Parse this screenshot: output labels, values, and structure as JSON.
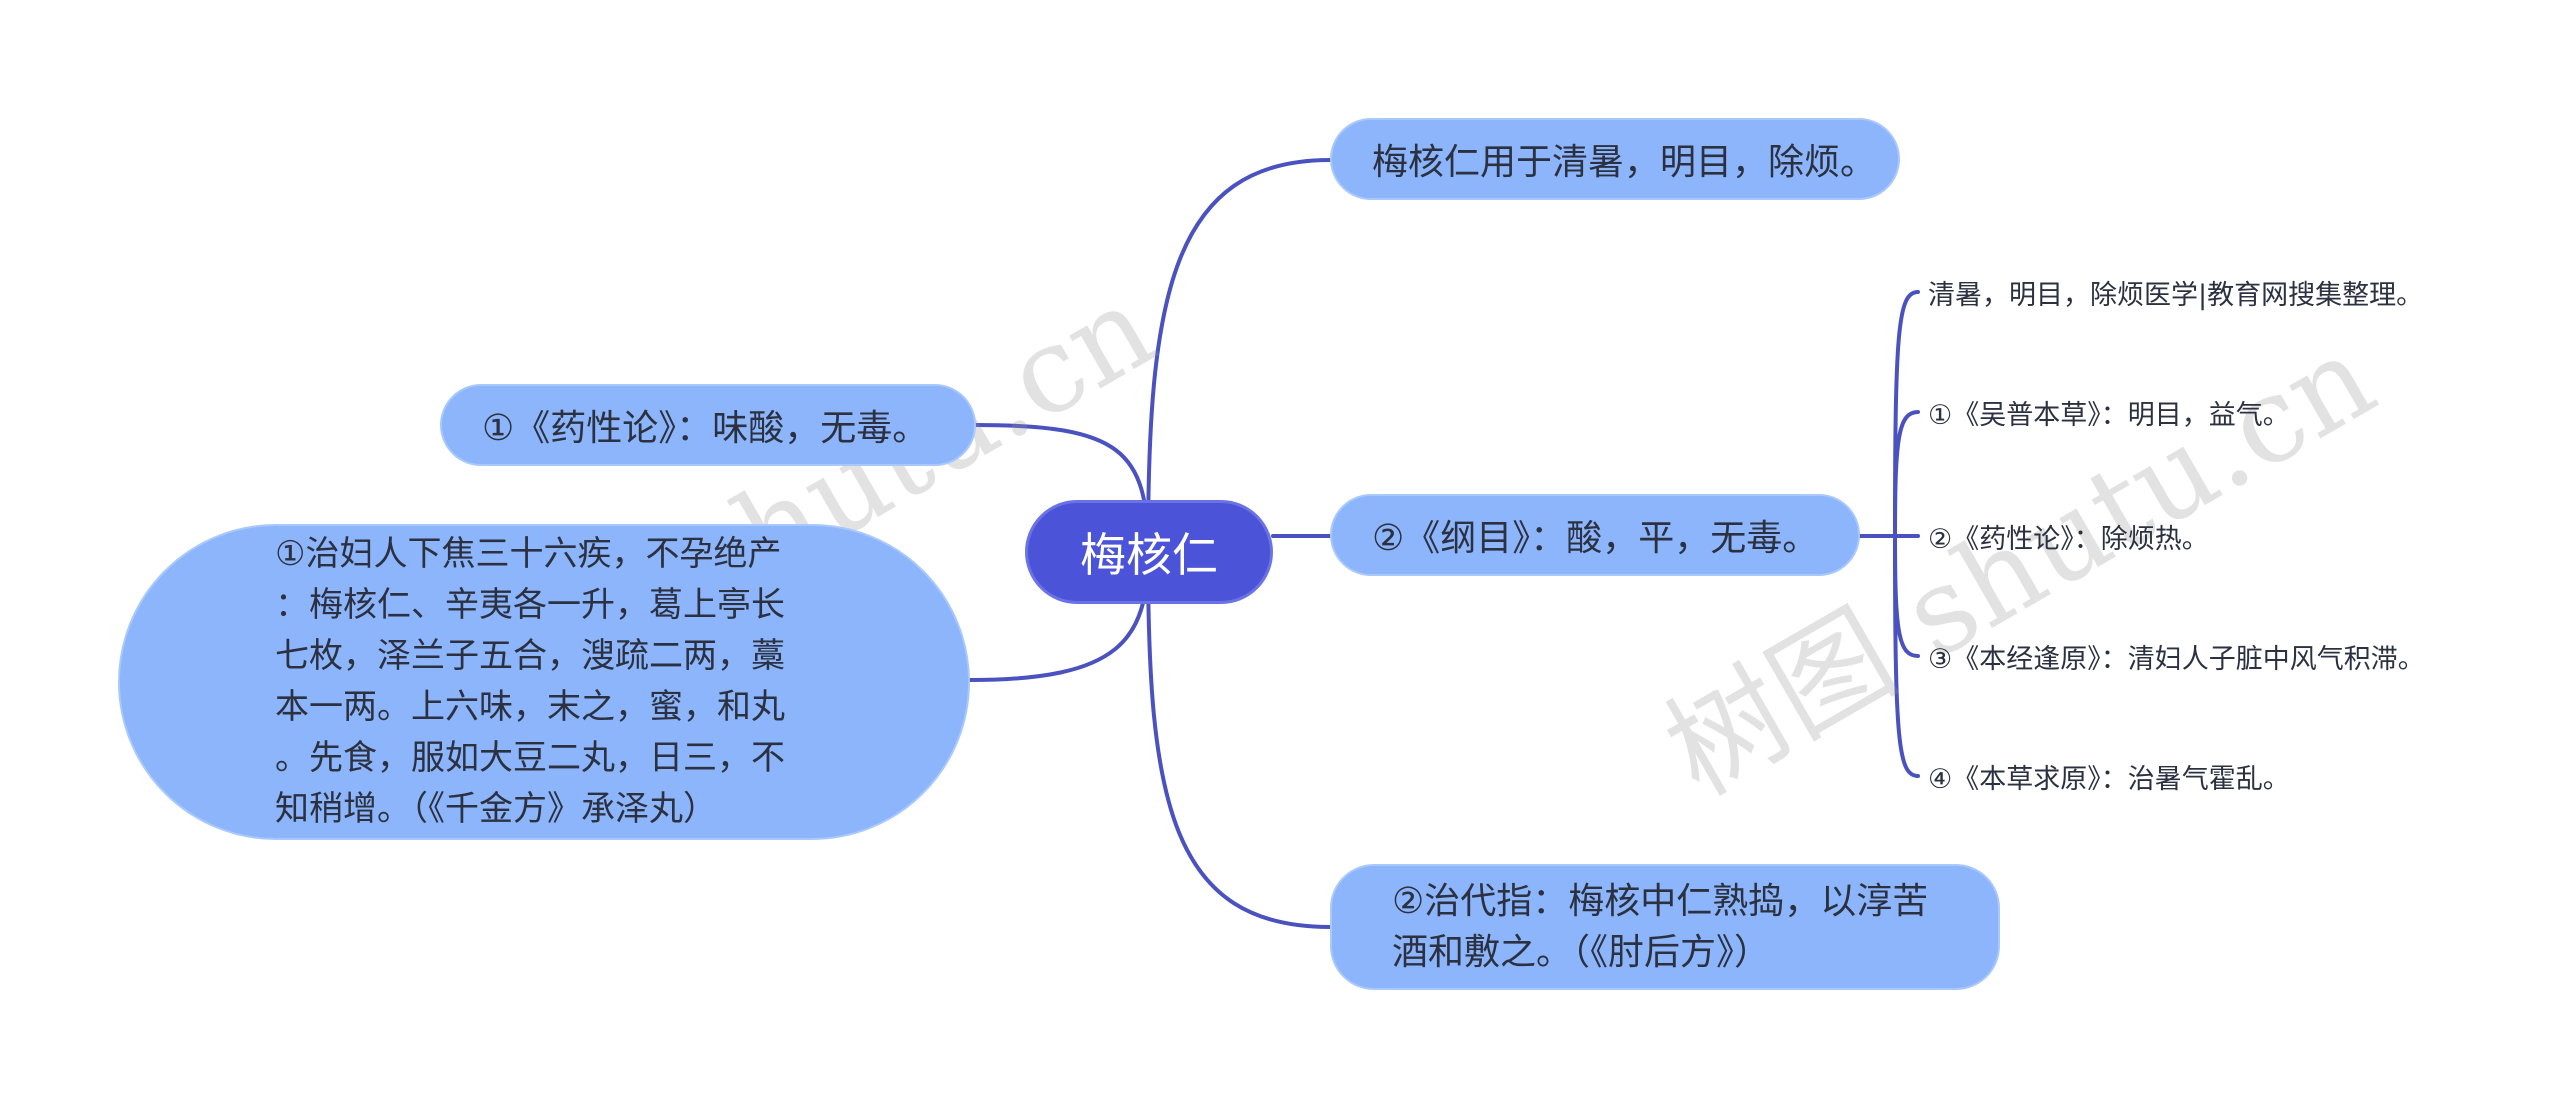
{
  "root": {
    "label": "梅核仁"
  },
  "right": [
    {
      "label": "梅核仁用于清暑，明目，除烦。"
    },
    {
      "label": "②《纲目》：酸，平，无毒。",
      "children": [
        {
          "label": "清暑，明目，除烦医学|教育网搜集整理。"
        },
        {
          "label": "①《吴普本草》：明目，益气。"
        },
        {
          "label": "②《药性论》：除烦热。"
        },
        {
          "label": "③《本经逢原》：清妇人子脏中风气积滞。"
        },
        {
          "label": "④《本草求原》：治暑气霍乱。"
        }
      ]
    },
    {
      "lines": [
        "②治代指：梅核中仁熟捣，以淳苦",
        "酒和敷之。（《肘后方》）"
      ]
    }
  ],
  "left": [
    {
      "label": "①《药性论》：味酸，无毒。"
    },
    {
      "lines": [
        "①治妇人下焦三十六疾，不孕绝产",
        "：梅核仁、辛夷各一升，葛上亭长",
        "七枚，泽兰子五合，溲疏二两，藁",
        "本一两。上六味，末之，蜜，和丸",
        "。先食，服如大豆二丸，日三，不",
        "知稍增。（《千金方》承泽丸）"
      ]
    }
  ],
  "colors": {
    "root_fill": "#4b54d8",
    "node_fill": "#8cb5fb",
    "link": "#4a52c0",
    "text": "#2b3140"
  },
  "watermark": [
    "树图 shutu.cn",
    "树图 shutu.cn"
  ]
}
